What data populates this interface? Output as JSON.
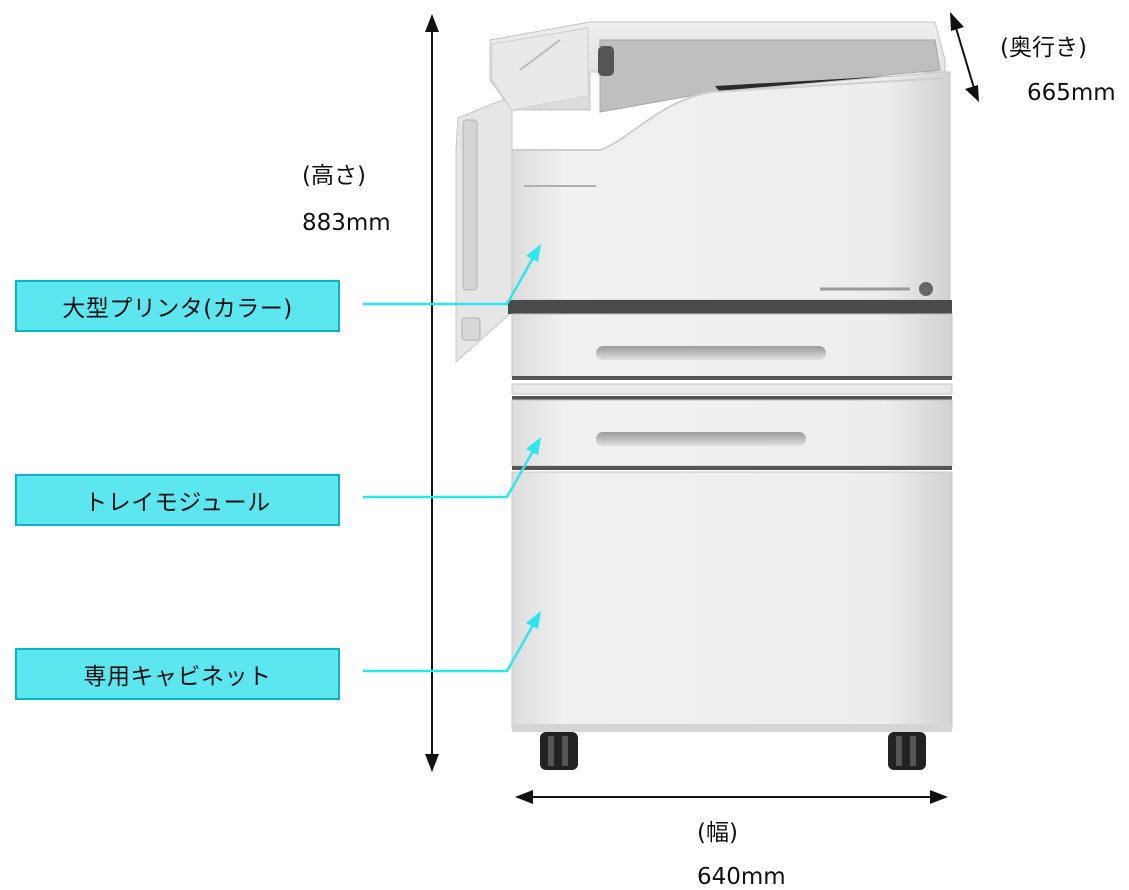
{
  "callouts": {
    "printer": "大型プリンタ(カラー)",
    "tray_module": "トレイモジュール",
    "cabinet": "専用キャビネット"
  },
  "dimensions": {
    "height": {
      "label": "(高さ)",
      "value": "883mm"
    },
    "depth": {
      "label": "(奥行き)",
      "value": "665mm"
    },
    "width": {
      "label": "(幅)",
      "value": "640mm"
    }
  },
  "colors": {
    "callout_fill": "#5ce6ef",
    "callout_border": "#0ab4c4",
    "leader_line": "#2ee6ee",
    "dimension_arrow": "#111111"
  }
}
